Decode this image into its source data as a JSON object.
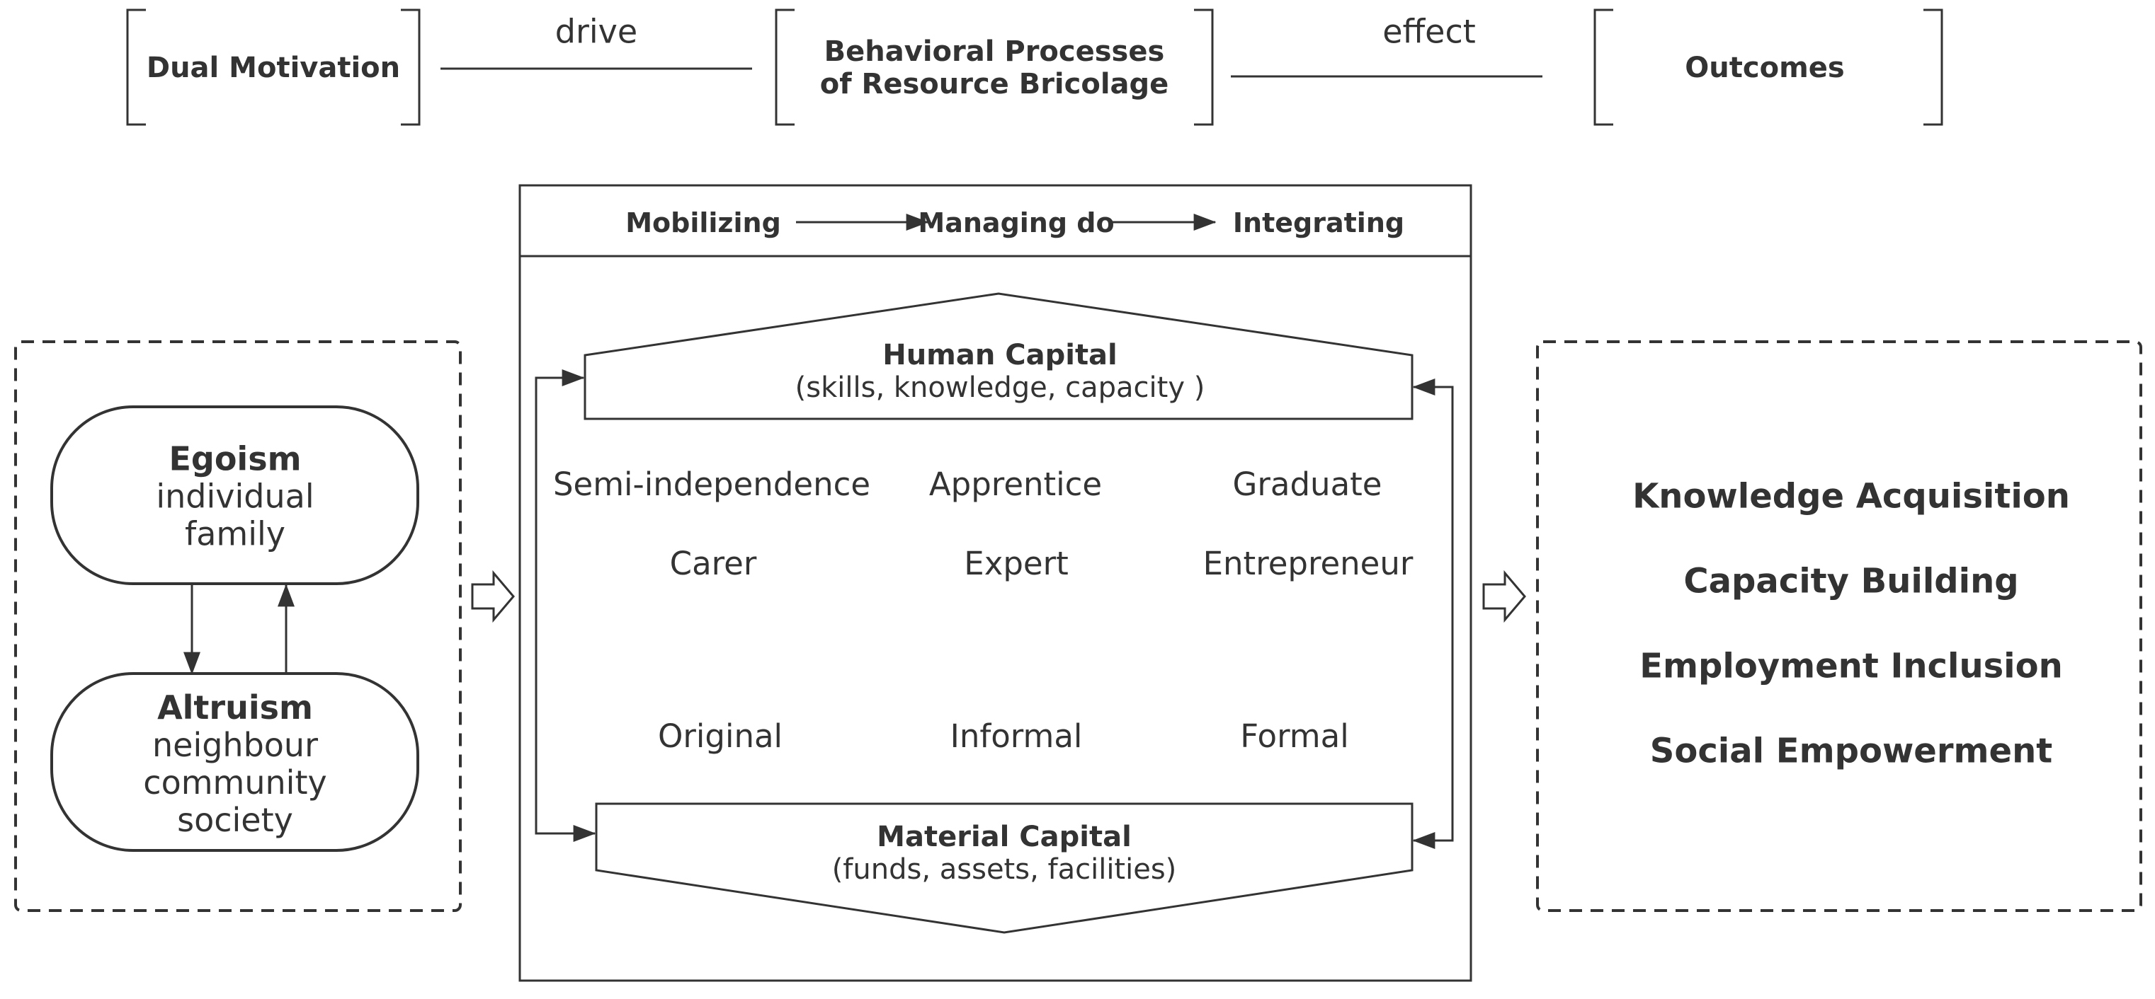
{
  "header": {
    "dual_motivation": "Dual Motivation",
    "drive": "drive",
    "behavioral_line1": "Behavioral Processes",
    "behavioral_line2": "of Resource Bricolage",
    "effect": "effect",
    "outcomes": "Outcomes"
  },
  "process": {
    "mobilizing": "Mobilizing",
    "managing": "Managing do",
    "integrating": "Integrating"
  },
  "motivation": {
    "egoism": {
      "title": "Egoism",
      "lines": [
        "individual",
        "family"
      ]
    },
    "altruism": {
      "title": "Altruism",
      "lines": [
        "neighbour",
        "community",
        "society"
      ]
    }
  },
  "capital": {
    "human": {
      "title": "Human Capital",
      "subtitle": "(skills, knowledge, capacity )"
    },
    "material": {
      "title": "Material Capital",
      "subtitle": "(funds, assets, facilities)"
    }
  },
  "roles": {
    "row1": [
      "Semi-independence",
      "Apprentice",
      "Graduate"
    ],
    "row2": [
      "Carer",
      "Expert",
      "Entrepreneur"
    ],
    "row3": [
      "Original",
      "Informal",
      "Formal"
    ]
  },
  "outcomes": [
    "Knowledge Acquisition",
    "Capacity Building",
    "Employment Inclusion",
    "Social Empowerment"
  ],
  "colors": {
    "stroke": "#333333",
    "text": "#333333",
    "background": "#ffffff"
  }
}
